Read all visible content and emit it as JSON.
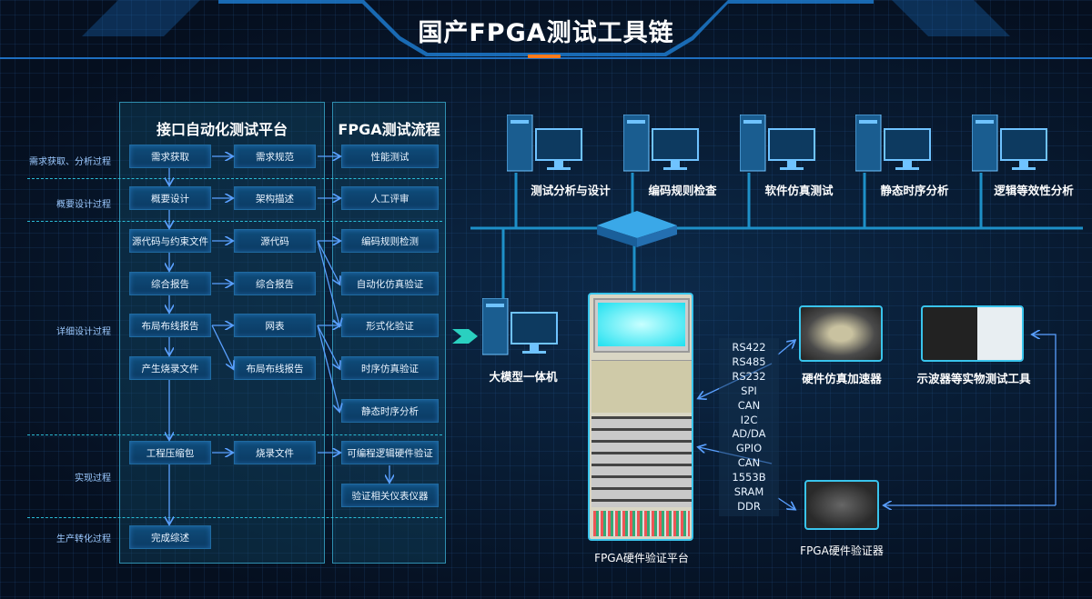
{
  "title": "国产FPGA测试工具链",
  "side_labels": [
    "需求获取、分析过程",
    "概要设计过程",
    "详细设计过程",
    "实现过程",
    "生产转化过程"
  ],
  "panel1": {
    "title": "接口自动化测试平台",
    "col1": [
      "需求获取",
      "概要设计",
      "源代码与约束文件",
      "综合报告",
      "布局布线报告",
      "产生烧录文件",
      "工程压缩包",
      "完成综述"
    ],
    "col2": [
      "需求规范",
      "架构描述",
      "源代码",
      "综合报告",
      "网表",
      "布局布线报告",
      "烧录文件"
    ]
  },
  "panel2": {
    "title": "FPGA测试流程",
    "items": [
      "性能测试",
      "人工评审",
      "编码规则检测",
      "自动化仿真验证",
      "形式化验证",
      "时序仿真验证",
      "静态时序分析",
      "可编程逻辑硬件验证",
      "验证相关仪表仪器"
    ]
  },
  "workstations": [
    "测试分析与设计",
    "编码规则检查",
    "软件仿真测试",
    "静态时序分析",
    "逻辑等效性分析"
  ],
  "ai_machine": "大模型一体机",
  "rack_label": "FPGA硬件验证平台",
  "protocols": [
    "RS422",
    "RS485",
    "RS232",
    "SPI",
    "CAN",
    "I2C",
    "AD/DA",
    "GPIO",
    "CAN",
    "1553B",
    "SRAM",
    "DDR"
  ],
  "accelerator": "硬件仿真加速器",
  "oscilloscope": "示波器等实物测试工具",
  "fpga_board": "FPGA硬件验证器",
  "colors": {
    "accent": "#39c4ec",
    "arrow": "#5aa0ff",
    "box": "#0f4c7a"
  }
}
